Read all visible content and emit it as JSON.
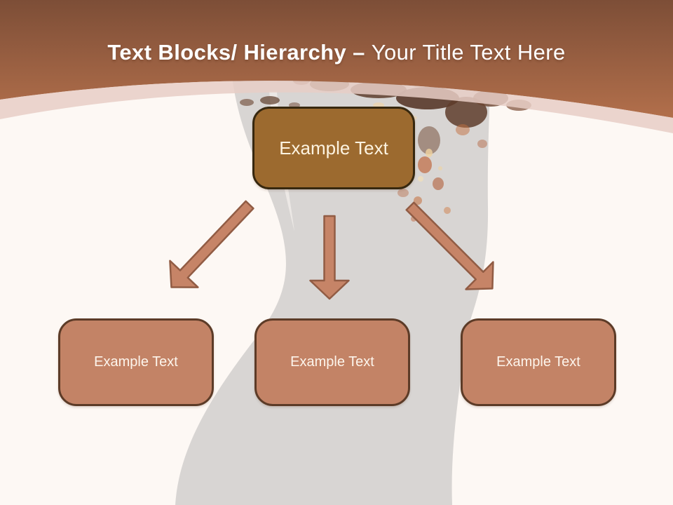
{
  "slide": {
    "title": {
      "bold": "Text Blocks/ Hierarchy –",
      "regular": "Your Title Text Here"
    },
    "diagram": {
      "root": {
        "label": "Example Text"
      },
      "children": [
        {
          "label": "Example Text"
        },
        {
          "label": "Example Text"
        },
        {
          "label": "Example Text"
        }
      ]
    },
    "colors": {
      "header_top": "#7d4e37",
      "header_bottom": "#b26f4b",
      "header_band": "rgba(232,206,197,0.85)",
      "title_text": "#ffffff",
      "background": "#fdf8f4",
      "silhouette_grey": "#d5d1cf",
      "root_box_fill": "#9c6a2f",
      "root_box_border": "#37280f",
      "root_box_text": "#fdf3e0",
      "child_box_fill": "#c38366",
      "child_box_border": "#5c3b27",
      "child_box_text": "#fdf5ec",
      "arrow_fill": "#c68467",
      "arrow_border": "#915c44",
      "splatter_dark": "#5e3d2b",
      "splatter_orange": "#c06a41",
      "splatter_cream": "#f0d3a0"
    }
  }
}
